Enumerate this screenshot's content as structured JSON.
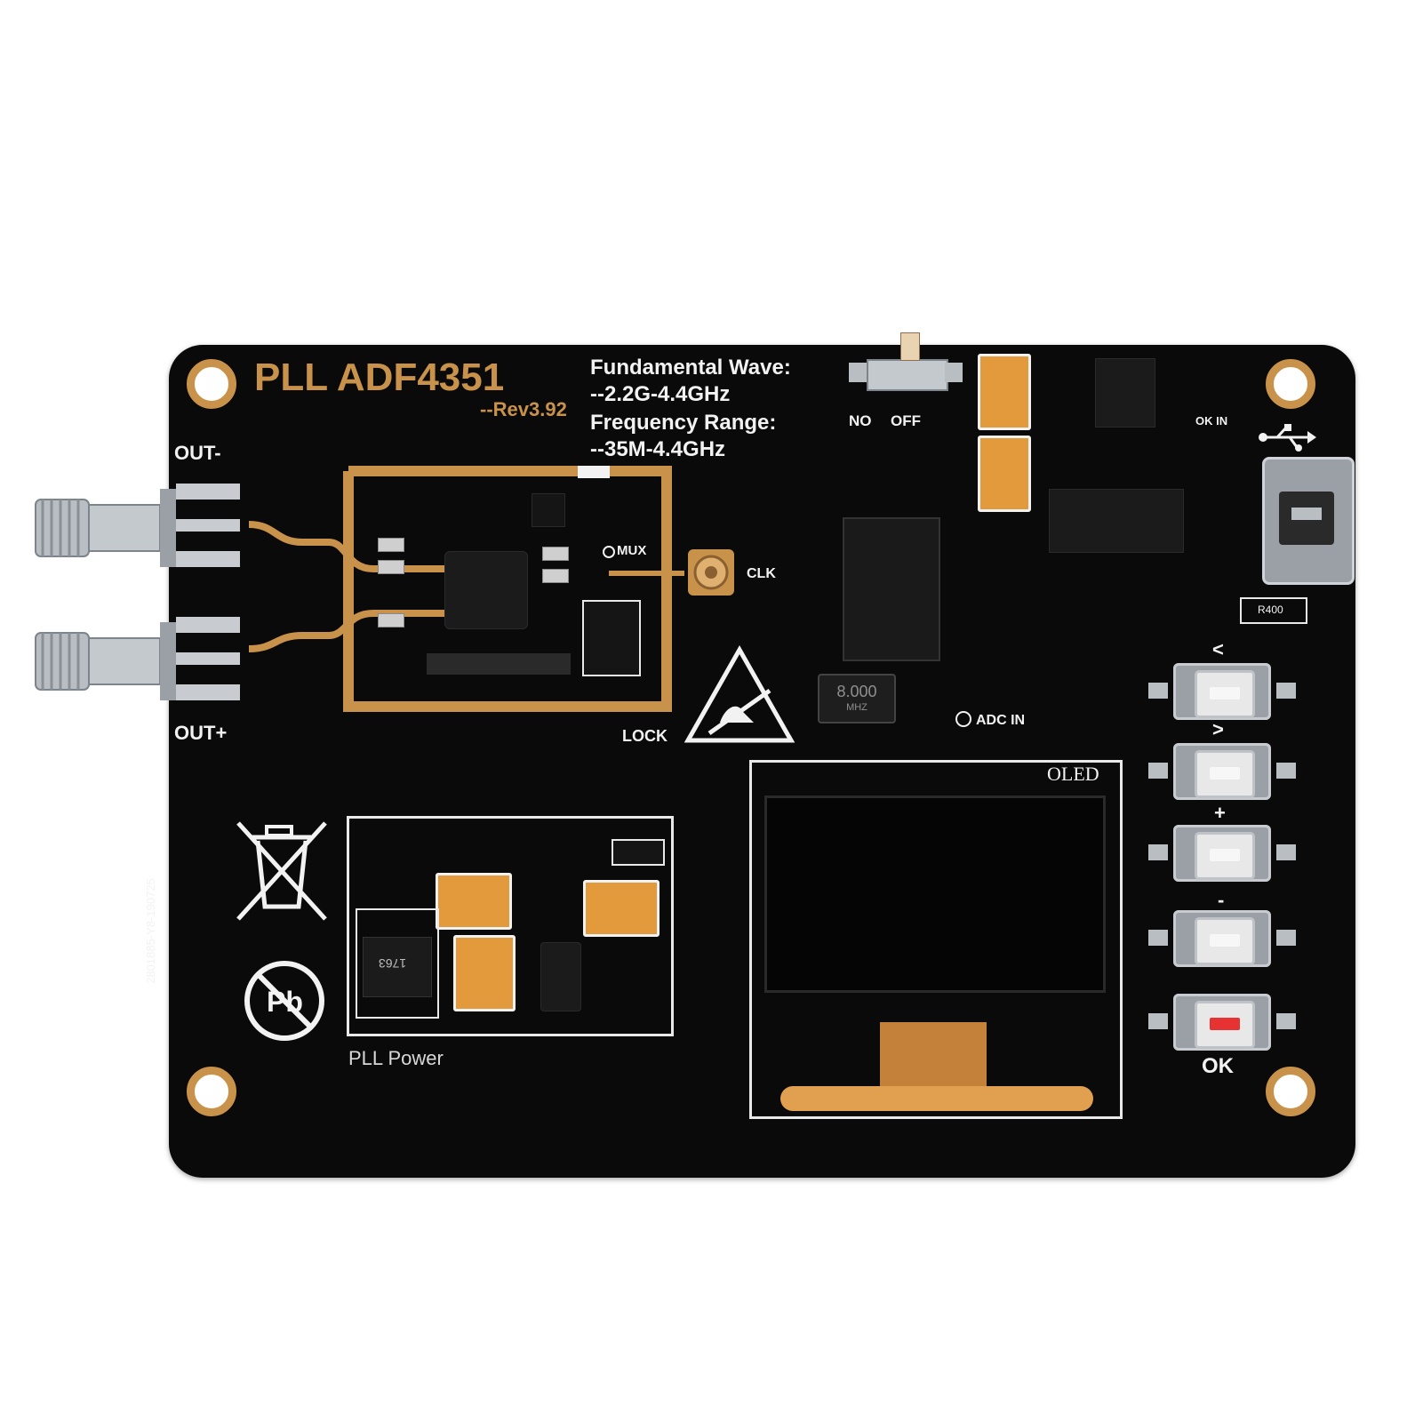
{
  "board": {
    "title": "PLL  ADF4351",
    "revision": "--Rev3.92",
    "spec_line1": "Fundamental Wave:",
    "spec_line2": "--2.2G-4.4GHz",
    "spec_line3": "Frequency Range:",
    "spec_line4": "--35M-4.4GHz",
    "out_minus": "OUT-",
    "out_plus": "OUT+",
    "mux": "MUX",
    "clk": "CLK",
    "lock": "LOCK",
    "adc_in": "ADC IN",
    "switch_on": "NO",
    "switch_off": "OFF",
    "ok_in": "OK IN",
    "oled_label": "OLED",
    "pll_power": "PLL Power",
    "serial": "2801885-Y8-190725",
    "crystal": "8.000",
    "crystal_unit": "MHZ",
    "resistor": "R400",
    "regulator": "1763",
    "buttons": [
      "<",
      ">",
      "+",
      "-",
      "OK"
    ]
  },
  "colors": {
    "pcb": "#0a0a0a",
    "gold_trace": "#c9924a",
    "silkscreen": "#f2f2f2",
    "tantalum": "#e39a3c",
    "ok_button_led": "#e63232"
  }
}
